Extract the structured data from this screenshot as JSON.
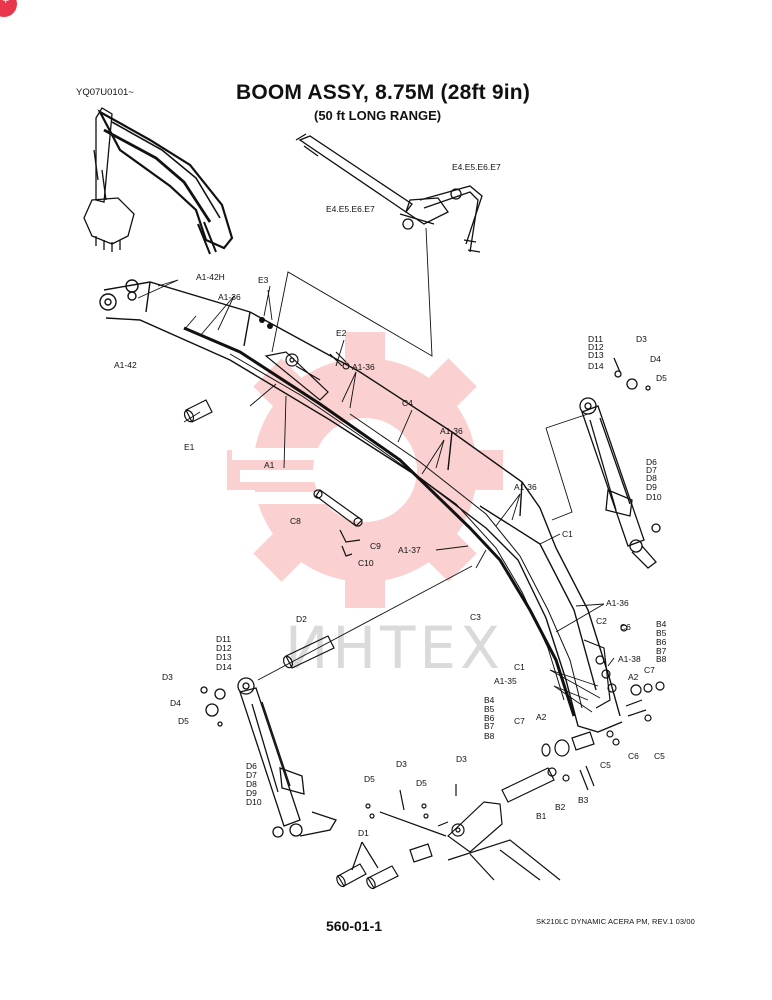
{
  "header": {
    "code": "YQ07U0101~",
    "title": "BOOM ASSY, 8.75M (28ft 9in)",
    "subtitle": "(50 ft LONG RANGE)"
  },
  "watermark": {
    "text": "ИНТЕХ",
    "color": "#f05a5a"
  },
  "badge_color": "#e8374b",
  "footer": {
    "page": "560-01-1",
    "model": "SK210LC DYNAMIC ACERA PM,  REV.1 03/00"
  },
  "labels": [
    "E4.E5.E6.E7",
    "E4.E5.E6.E7",
    "A1-42H",
    "A1-36",
    "E3",
    "A1-42",
    "E2",
    "A1-36",
    "E1",
    "A1",
    "C4",
    "A1-36",
    "D11",
    "D12",
    "D13",
    "D14",
    "D3",
    "D4",
    "D5",
    "D6",
    "D7",
    "D8",
    "D9",
    "D10",
    "A1-36",
    "C1",
    "C8",
    "C9",
    "C10",
    "A1-37",
    "C3",
    "D2",
    "A1-36",
    "C2",
    "C6",
    "B4",
    "B5",
    "B6",
    "B7",
    "B8",
    "A1-38",
    "D11",
    "D12",
    "D13",
    "D14",
    "D3",
    "D4",
    "D5",
    "C1",
    "A2",
    "C7",
    "A1-35",
    "B4",
    "B5",
    "B6",
    "B7",
    "B8",
    "C7",
    "A2",
    "C5",
    "C6",
    "C5",
    "D6",
    "D7",
    "D8",
    "D9",
    "D10",
    "D3",
    "D5",
    "D5",
    "D3",
    "B3",
    "B2",
    "B1",
    "D1"
  ]
}
